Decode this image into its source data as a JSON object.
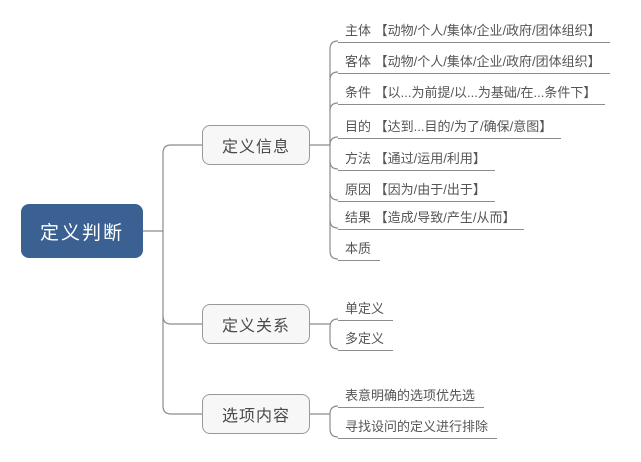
{
  "diagram": {
    "type": "mindmap",
    "root": {
      "label": "定义判断"
    },
    "branches": [
      {
        "label": "定义信息",
        "leaves": [
          "主体 【动物/个人/集体/企业/政府/团体组织】",
          "客体 【动物/个人/集体/企业/政府/团体组织】",
          "条件 【以...为前提/以...为基础/在...条件下】",
          "目的 【达到...目的/为了/确保/意图】",
          "方法 【通过/运用/利用】",
          "原因 【因为/由于/出于】",
          "结果 【造成/导致/产生/从而】",
          "本质"
        ]
      },
      {
        "label": "定义关系",
        "leaves": [
          "单定义",
          "多定义"
        ]
      },
      {
        "label": "选项内容",
        "leaves": [
          "表意明确的选项优先选",
          "寻找设问的定义进行排除"
        ]
      }
    ],
    "colors": {
      "root_bg": "#3A6191",
      "root_text": "#FFFFFF",
      "node_bg": "#F7F7F7",
      "node_border": "#999999",
      "node_text": "#4A4A4A",
      "line": "#8C8C8C",
      "leaf_text": "#555555",
      "background": "#FFFFFF"
    }
  }
}
